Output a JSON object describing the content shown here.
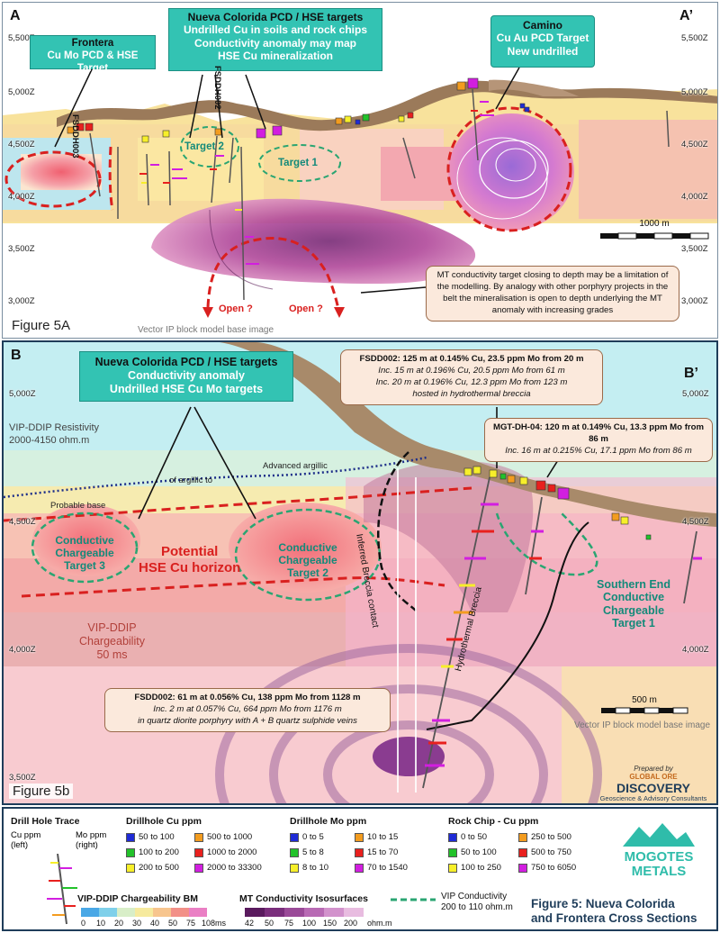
{
  "panel_a": {
    "section_start": "A",
    "section_end": "A’",
    "figure_label": "Figure 5A",
    "caption": "Vector IP block model base image",
    "elevations_left": [
      "5,500Z",
      "5,000Z",
      "4,500Z",
      "4,000Z",
      "3,500Z",
      "3,000Z"
    ],
    "elevations_right": [
      "5,500Z",
      "5,000Z",
      "4,500Z",
      "4,000Z",
      "3,500Z",
      "3,000Z"
    ],
    "frontera": {
      "title": "Frontera",
      "line2": "Cu Mo PCD & HSE Target"
    },
    "nueva": {
      "title": "Nueva Colorida PCD / HSE targets",
      "line2": "Undrilled Cu in soils and rock chips",
      "line3": "Conductivity anomaly may map",
      "line4": "HSE Cu mineralization"
    },
    "camino": {
      "title": "Camino",
      "line2": "Cu Au PCD Target",
      "line3": "New undrilled"
    },
    "hole_labels": [
      "FSDDH003",
      "FSDDH002"
    ],
    "targets": [
      "Target 2",
      "Target 1"
    ],
    "open_labels": [
      "Open ?",
      "Open ?"
    ],
    "scale_label": "1000 m",
    "note": "MT conductivity target closing to depth may be a limitation of the modelling. By analogy with other porphyry projects in the belt the mineralisation is open to depth underlying the MT anomaly with increasing grades"
  },
  "panel_b": {
    "section_start": "B",
    "section_end": "B’",
    "figure_label": "Figure 5b",
    "caption": "Vector IP block model base image",
    "elevations_left": [
      "5,000Z",
      "4,500Z",
      "4,000Z",
      "3,500Z"
    ],
    "elevations_right": [
      "5,000Z",
      "4,500Z",
      "4,000Z"
    ],
    "nueva": {
      "title": "Nueva Colorida PCD / HSE targets",
      "line2": "Conductivity anomaly",
      "line3": "Undrilled HSE Cu Mo targets"
    },
    "resistivity": {
      "line1": "VIP-DDIP Resistivity",
      "line2": "2000-4150 ohm.m"
    },
    "chargeability": {
      "line1": "VIP-DDIP",
      "line2": "Chargeability",
      "line3": "50 ms"
    },
    "argillic_left": "of argillic to",
    "argillic_right": "Advanced argillic",
    "probable_base": "Probable base",
    "hse_horizon": {
      "line1": "Potential",
      "line2": "HSE Cu horizon"
    },
    "target3": {
      "line1": "Conductive",
      "line2": "Chargeable",
      "line3": "Target 3"
    },
    "target2": {
      "line1": "Conductive",
      "line2": "Chargeable",
      "line3": "Target 2"
    },
    "target1": {
      "line1": "Southern End",
      "line2": "Conductive",
      "line3": "Chargeable",
      "line4": "Target 1"
    },
    "breccia_contact": "Inferred Breccia contact",
    "hydrothermal": "Hydrothermal Breccia",
    "scale_label": "500 m",
    "note_fsdd002": {
      "line1": "FSDD002: 125 m at 0.145% Cu, 23.5 ppm Mo from 20 m",
      "line2": "Inc. 15 m at 0.196% Cu, 20.5 ppm Mo from 61 m",
      "line3": "Inc. 20 m at 0.196% Cu, 12.3 ppm Mo from 123 m",
      "line4": "hosted in hydrothermal breccia"
    },
    "note_mgt": {
      "line1": "MGT-DH-04: 120 m at 0.149% Cu, 13.3 ppm Mo from 86 m",
      "line2": "Inc. 16 m at 0.215% Cu, 17.1 ppm Mo from 86 m"
    },
    "note_deep": {
      "line1": "FSDD002: 61 m at 0.056% Cu, 138 ppm Mo from 1128 m",
      "line2": "Inc. 2 m at 0.057% Cu, 664 ppm Mo from 1176 m",
      "line3": "in quartz diorite porphyry with A + B quartz sulphide veins"
    },
    "logo": {
      "line1": "Prepared by",
      "line2": "GLOBAL ORE",
      "line3": "DISCOVERY",
      "line4": "Geoscience & Advisory Consultants"
    }
  },
  "legend": {
    "drill_trace": {
      "title": "Drill Hole Trace",
      "cu": "Cu ppm",
      "cu_side": "(left)",
      "mo": "Mo ppm",
      "mo_side": "(right)"
    },
    "cu": {
      "title": "Drillhole Cu ppm",
      "items": [
        {
          "label": "50 to 100",
          "color": "#1f2bd6"
        },
        {
          "label": "500 to 1000",
          "color": "#f39c1f"
        },
        {
          "label": "100 to 200",
          "color": "#22c22a"
        },
        {
          "label": "1000 to 2000",
          "color": "#e8201e"
        },
        {
          "label": "200 to 500",
          "color": "#f7ef2a"
        },
        {
          "label": "2000 to 33300",
          "color": "#d21ee0"
        }
      ]
    },
    "mo": {
      "title": "Drillhole Mo ppm",
      "items": [
        {
          "label": "0 to 5",
          "color": "#1f2bd6"
        },
        {
          "label": "10 to 15",
          "color": "#f39c1f"
        },
        {
          "label": "5 to 8",
          "color": "#22c22a"
        },
        {
          "label": "15 to 70",
          "color": "#e8201e"
        },
        {
          "label": "8 to 10",
          "color": "#f7ef2a"
        },
        {
          "label": "70 to 1540",
          "color": "#d21ee0"
        }
      ]
    },
    "rock": {
      "title": "Rock Chip - Cu ppm",
      "items": [
        {
          "label": "0 to 50",
          "color": "#1f2bd6"
        },
        {
          "label": "250 to 500",
          "color": "#f39c1f"
        },
        {
          "label": "50 to 100",
          "color": "#22c22a"
        },
        {
          "label": "500 to 750",
          "color": "#e8201e"
        },
        {
          "label": "100 to 250",
          "color": "#f7ef2a"
        },
        {
          "label": "750 to 6050",
          "color": "#d21ee0"
        }
      ]
    },
    "chargeability": {
      "title": "VIP-DDIP Chargeability BM",
      "ticks": [
        "0",
        "10",
        "20",
        "30",
        "40",
        "50",
        "75",
        "108ms"
      ]
    },
    "conductivity": {
      "title": "MT Conductivity Isosurfaces",
      "ticks": [
        "42",
        "50",
        "75",
        "100",
        "150",
        "200",
        "ohm.m"
      ]
    },
    "vip_conductivity": {
      "line1": "VIP Conductivity",
      "line2": "200 to 110 ohm.m"
    },
    "logo": {
      "line1": "MOGOTES",
      "line2": "METALS"
    },
    "figure_title": {
      "line1": "Figure 5: Nueva Colorida",
      "line2": "and Frontera Cross Sections"
    }
  }
}
